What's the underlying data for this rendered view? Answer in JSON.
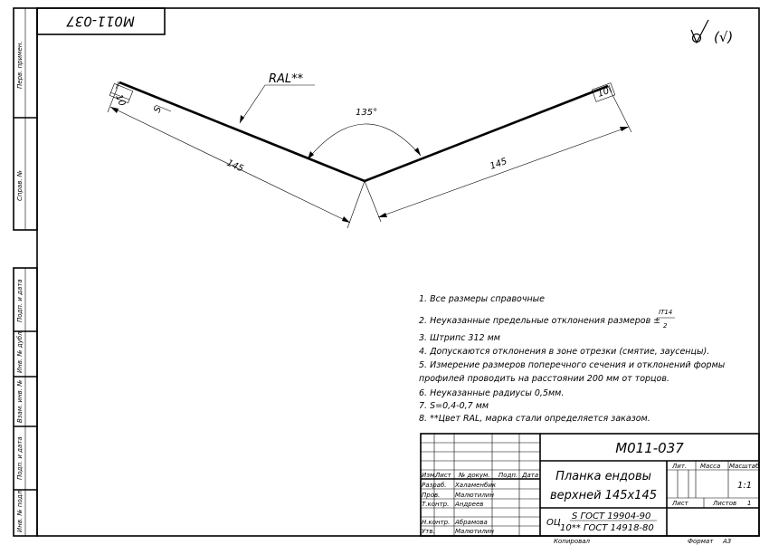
{
  "drawing_code_rotated": "М011-037",
  "surface_finish": "(√)",
  "dimensions": {
    "ral_note": "RAL**",
    "angle": "135°",
    "left_length": "145",
    "right_length": "145",
    "left_hem": "10",
    "right_hem": "10",
    "thickness": "S"
  },
  "notes": {
    "n1": "1. Все размеры справочные",
    "n2": "2. Неуказанные предельные отклонения размеров ±",
    "n2_frac_top": "IT14",
    "n2_frac_bottom": "2",
    "n3": "3. Штрипс 312 мм",
    "n4": "4. Допускаются отклонения в зоне отрезки (смятие, заусенцы).",
    "n5a": "5. Измерение размеров поперечного сечения и отклонений формы",
    "n5b": "профилей проводить на расстоянии 200 мм от торцов.",
    "n6": "6. Неуказанные радиусы 0,5мм.",
    "n7": "7. S=0,4-0,7 мм",
    "n8": "8. **Цвет RAL, марка стали определяется заказом."
  },
  "left_margin": {
    "perv_primen": "Перв. примен.",
    "sprav": "Справ. №",
    "podp_data_1": "Подп. и дата",
    "inv_dubl": "Инв. № дубл.",
    "vzam_inv": "Взам. инв. №",
    "podp_data_2": "Подп. и дата",
    "inv_podl": "Инв. № подл."
  },
  "title_block": {
    "code": "М011-037",
    "name_line1": "Планка ендовы",
    "name_line2": "верхней 145х145",
    "material_line1": "S ГОСТ 19904-90",
    "material_prefix": "ОЦ",
    "material_line2": "10** ГОСТ 14918-80",
    "col_izm": "Изм.",
    "col_list": "Лист",
    "col_docum": "№ докум.",
    "col_podp": "Подп.",
    "col_data": "Дата",
    "razrab_label": "Разраб.",
    "razrab_name": "Халаменбик",
    "prov_label": "Пров.",
    "prov_name": "Малютилин",
    "tkontr_label": "Т.контр.",
    "tkontr_name": "Андреев",
    "nkontr_label": "Н.контр.",
    "nkontr_name": "Абрамова",
    "utv_label": "Утв.",
    "utv_name": "Малютилин",
    "lit_label": "Лит.",
    "massa_label": "Масса",
    "masshtab_label": "Масштаб",
    "scale": "1:1",
    "list_label": "Лист",
    "listov_label": "Листов",
    "listov_value": "1",
    "kopiroval": "Копировал",
    "format_label": "Формат",
    "format_value": "А3"
  }
}
